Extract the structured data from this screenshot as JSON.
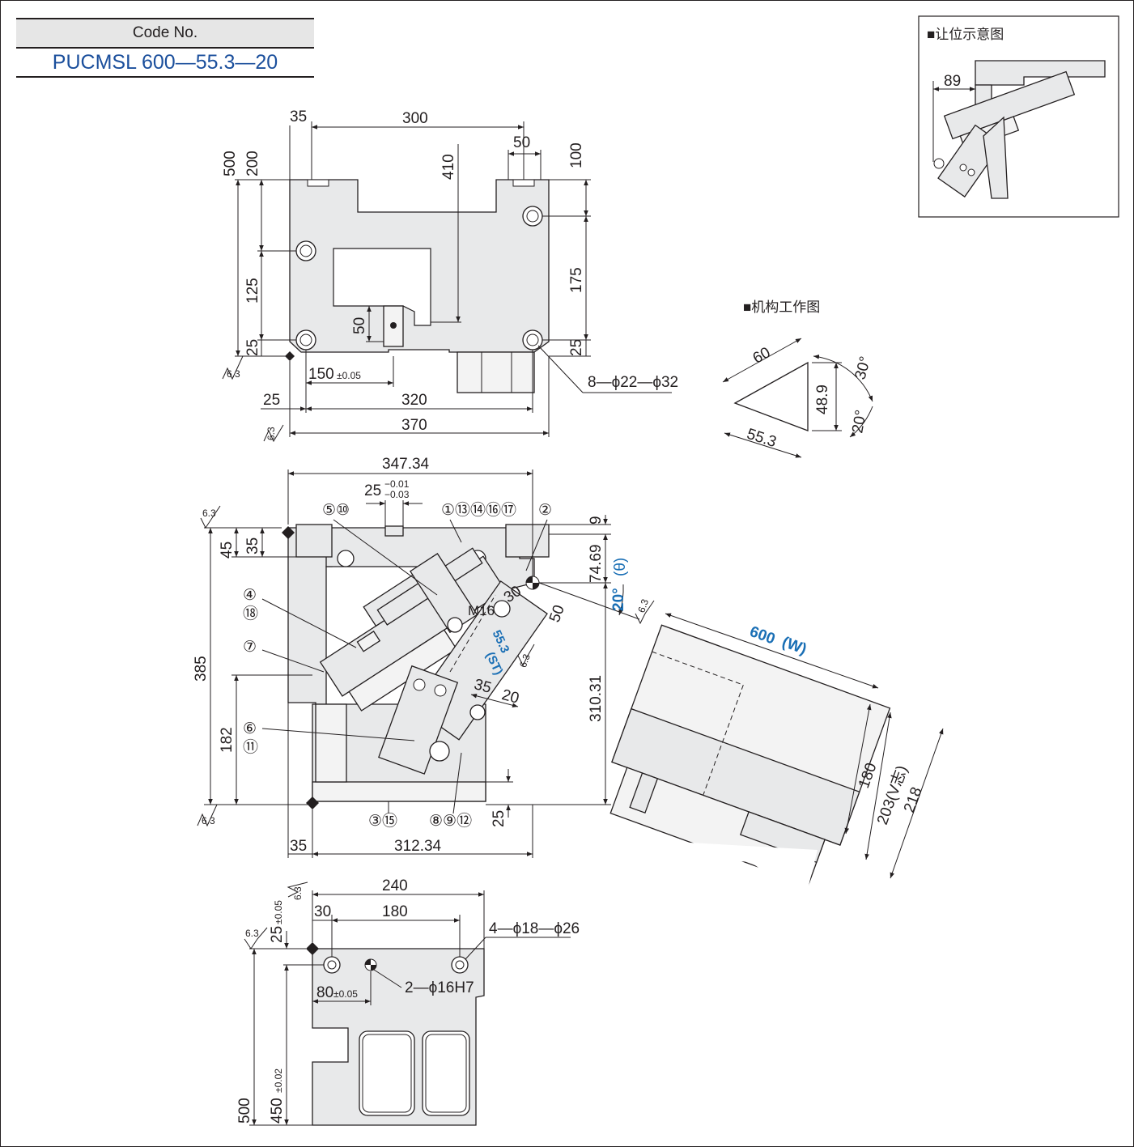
{
  "header": {
    "code_label": "Code No.",
    "code_value": "PUCMSL 600—55.3—20"
  },
  "inset_clearance": {
    "title": "■让位示意图",
    "dim": "89"
  },
  "mechanism": {
    "title": "■机构工作图",
    "dims": [
      "60",
      "48.9",
      "55.3",
      "30°",
      "20°"
    ]
  },
  "top_view": {
    "dims_top": [
      "35",
      "300",
      "50"
    ],
    "dims_left": [
      "500",
      "200",
      "125",
      "25"
    ],
    "dims_inner": [
      "410",
      "50"
    ],
    "dims_right": [
      "100",
      "175",
      "25"
    ],
    "dims_bottom": [
      "150",
      "±0.05",
      "25",
      "320",
      "370"
    ],
    "holes_note": "8—ϕ22—ϕ32",
    "roughness": "6.3"
  },
  "front_view": {
    "dims_top": [
      "347.34",
      "25",
      "−0.01",
      "−0.03"
    ],
    "dims_left": [
      "45",
      "35",
      "385",
      "182"
    ],
    "dims_right": [
      "9",
      "74.69",
      "310.31",
      "25"
    ],
    "dims_bottom": [
      "35",
      "312.34"
    ],
    "angle": "20°",
    "angle_sym": "(θ)",
    "stroke": "55.3",
    "stroke_sym": "(ST)",
    "thread": "M16",
    "dims_slide": [
      "30",
      "50",
      "35",
      "20"
    ],
    "balloons": {
      "b1": "①⑬⑭⑯⑰",
      "b2": "②",
      "b3": "③⑮",
      "b4": "④",
      "b5": "⑤⑩",
      "b6": "⑥",
      "b7": "⑦",
      "b8": "⑧⑨⑫",
      "b11": "⑪",
      "b18": "⑱"
    },
    "roughness": "6.3"
  },
  "bottom_view": {
    "dims_top": [
      "240",
      "30",
      "180"
    ],
    "dims_left": [
      "25",
      "±0.05",
      "500",
      "450",
      "±0.02"
    ],
    "dim_80": "80",
    "tol_80": "±0.05",
    "holes_note": "4—ϕ18—ϕ26",
    "pins_note": "2—ϕ16H7",
    "roughness": "6.3"
  },
  "workpiece": {
    "width": "600",
    "width_sym": "(W)",
    "dims": [
      "180",
      "203(V志)",
      "218"
    ]
  }
}
